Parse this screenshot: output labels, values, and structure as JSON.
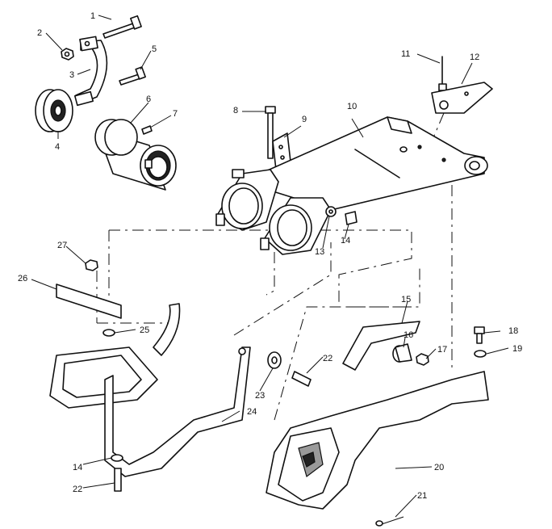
{
  "diagram": {
    "callouts": [
      {
        "id": "c1",
        "label": "1"
      },
      {
        "id": "c2",
        "label": "2"
      },
      {
        "id": "c3",
        "label": "3"
      },
      {
        "id": "c4",
        "label": "4"
      },
      {
        "id": "c5",
        "label": "5"
      },
      {
        "id": "c6",
        "label": "6"
      },
      {
        "id": "c7",
        "label": "7"
      },
      {
        "id": "c8",
        "label": "8"
      },
      {
        "id": "c9",
        "label": "9"
      },
      {
        "id": "c10",
        "label": "10"
      },
      {
        "id": "c11",
        "label": "11"
      },
      {
        "id": "c12",
        "label": "12"
      },
      {
        "id": "c13",
        "label": "13"
      },
      {
        "id": "c14a",
        "label": "14"
      },
      {
        "id": "c14b",
        "label": "14"
      },
      {
        "id": "c15",
        "label": "15"
      },
      {
        "id": "c16",
        "label": "16"
      },
      {
        "id": "c17",
        "label": "17"
      },
      {
        "id": "c18",
        "label": "18"
      },
      {
        "id": "c19",
        "label": "19"
      },
      {
        "id": "c20",
        "label": "20"
      },
      {
        "id": "c21",
        "label": "21"
      },
      {
        "id": "c22a",
        "label": "22"
      },
      {
        "id": "c22b",
        "label": "22"
      },
      {
        "id": "c23",
        "label": "23"
      },
      {
        "id": "c24",
        "label": "24"
      },
      {
        "id": "c25",
        "label": "25"
      },
      {
        "id": "c26",
        "label": "26"
      },
      {
        "id": "c27",
        "label": "27"
      }
    ]
  }
}
